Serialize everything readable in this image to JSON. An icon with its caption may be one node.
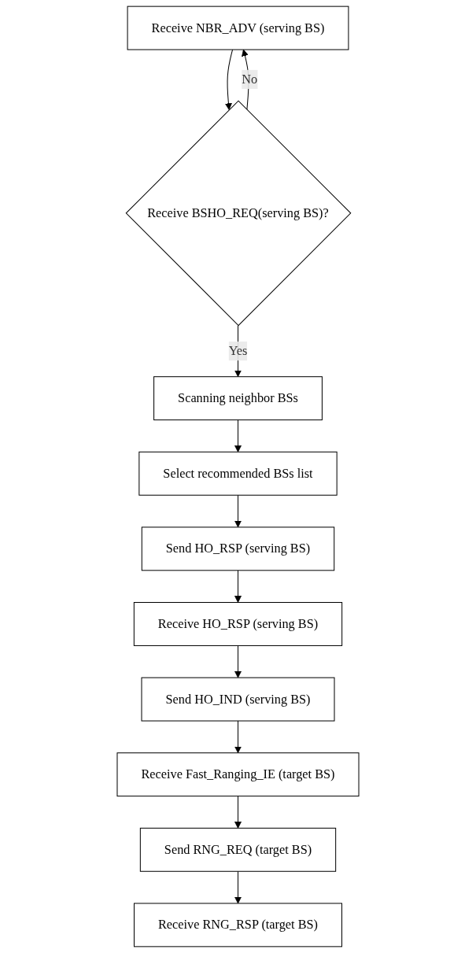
{
  "diagram": {
    "nodes": [
      {
        "text": [
          "Receive NBR_ADV (serving BS)"
        ]
      },
      {
        "text": [
          "Receive BSHO_REQ(serving BS)?"
        ]
      },
      {
        "text": [
          "Scanning neighbor BSs"
        ]
      },
      {
        "text": [
          "Select recommended BSs list"
        ]
      },
      {
        "text": [
          "Send HO_RSP (serving BS)"
        ]
      },
      {
        "text": [
          "Receive HO_RSP (serving BS)"
        ]
      },
      {
        "text": [
          "Send HO_IND (serving BS)"
        ]
      },
      {
        "text": [
          "Receive Fast_Ranging_IE (target BS)"
        ]
      },
      {
        "text": [
          "Send RNG_REQ (target BS)"
        ]
      },
      {
        "text": [
          "Receive RNG_RSP (target BS)"
        ]
      }
    ],
    "edges": [
      {
        "from": 0,
        "to": 1,
        "arrow": "to"
      },
      {
        "from": 1,
        "to": 0,
        "arrow": "to",
        "label": "No"
      },
      {
        "from": 1,
        "to": 2,
        "arrow": "to",
        "label": "Yes"
      },
      {
        "from": 2,
        "to": 3,
        "arrow": "to"
      },
      {
        "from": 3,
        "to": 4,
        "arrow": "to"
      },
      {
        "from": 4,
        "to": 5,
        "arrow": "to"
      },
      {
        "from": 5,
        "to": 6,
        "arrow": "to"
      },
      {
        "from": 6,
        "to": 7,
        "arrow": "to"
      },
      {
        "from": 7,
        "to": 8,
        "arrow": "to"
      },
      {
        "from": 8,
        "to": 9,
        "arrow": "to"
      }
    ]
  }
}
